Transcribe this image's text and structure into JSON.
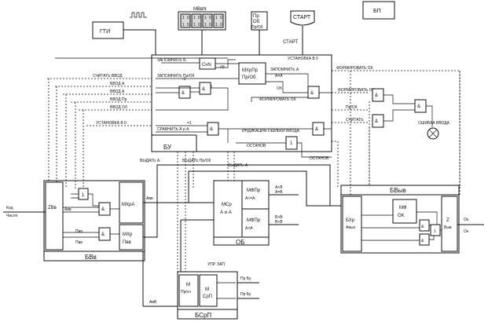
{
  "top": {
    "gti": "ГТИ",
    "bp": "БП",
    "start": "СТАРТ",
    "start_sig": "СТАРТ",
    "mbn": "МВвN",
    "mbn_bits": [
      "1",
      "0",
      "1",
      "0",
      "1",
      "0",
      "1",
      "0"
    ],
    "mbn_labels": [
      "1",
      "0",
      "1",
      "0",
      "1",
      "0",
      "1",
      "0"
    ],
    "pr": [
      "Пр",
      "Об",
      "Пр/Об"
    ]
  },
  "bu": {
    "label": "БУ",
    "zap_n": "ЗАПОМНИТЬ N",
    "schn": "СчN",
    "ust0": "УСТАНОВКА В 0",
    "zap_prob": "ЗАПОМНИТЬ Пр/Об",
    "mxrpr": [
      "МХрПр",
      "Пр/Об"
    ],
    "zap_a": "ЗАПОМНИТЬ А",
    "aeq": "А=А",
    "ob": "Об",
    "form_ok": "ФОРМИРОВАТЬ ОК",
    "sravn": "СРАВНИТЬ А и А",
    "indik": "ИНДИКАЦИЯ ОШИБКИ ВВОДА",
    "ostanov": "ОСТАНОВ",
    "amp": "&",
    "one": "1",
    "neg1": "-1",
    "eq": "=1",
    "m1": "=1",
    "r0": "#0",
    "ostanov_out": "ОСТАНОВ"
  },
  "left_signals": [
    "СЧИТАТЬ ВВОД",
    "ВВОД А",
    "ВВОД А",
    "ВВОД Пр",
    "ВВОД Об",
    "УСТАНОВКА В 0"
  ],
  "right_signals": [
    "ФОРМИРОВАТЬ ОК",
    "ФОРМИРОВАТЬ ОК",
    "Пр/Об",
    "СЧИТАТЬ"
  ],
  "bvv": {
    "label": "БВв",
    "zvv": "ZВв",
    "mxra": "МХрА",
    "mxr": [
      "МХр",
      "Пвв"
    ],
    "inp": [
      "Код",
      "Число"
    ],
    "sigs": [
      "Авв",
      "Пвв",
      "Пвв"
    ]
  },
  "ob": {
    "label": "ОБ",
    "mcr": [
      "МСр",
      "А и А"
    ],
    "mfpr1": [
      "МФПр",
      "А<=А"
    ],
    "mfpr2": [
      "МФПр",
      "А>А"
    ],
    "out1": [
      "А<В",
      "А=В"
    ],
    "out2": [
      "В>В",
      "В<В"
    ]
  },
  "bvyv": {
    "label": "БВыв",
    "bhr": [
      "БХр",
      "Авых"
    ],
    "mf": [
      "МФ",
      "ОК"
    ],
    "z": [
      "Z",
      "Выв"
    ],
    "out": [
      "Ок",
      "Ок"
    ],
    "led": "ОШИБКА ВВОДА"
  },
  "bsrp": {
    "label": "БСрП",
    "mpr": [
      "М",
      "Пр/сч"
    ],
    "msrp": [
      "М",
      "СрП"
    ],
    "outs": [
      "Пр Бу",
      "Пр Бу"
    ]
  },
  "mid_labels": [
    "ВЫДАТЬ А",
    "ВЫДАТЬ Пр/Об",
    "ВЫДАТЬ А",
    "УПР. ЗАП",
    "АвВ"
  ]
}
